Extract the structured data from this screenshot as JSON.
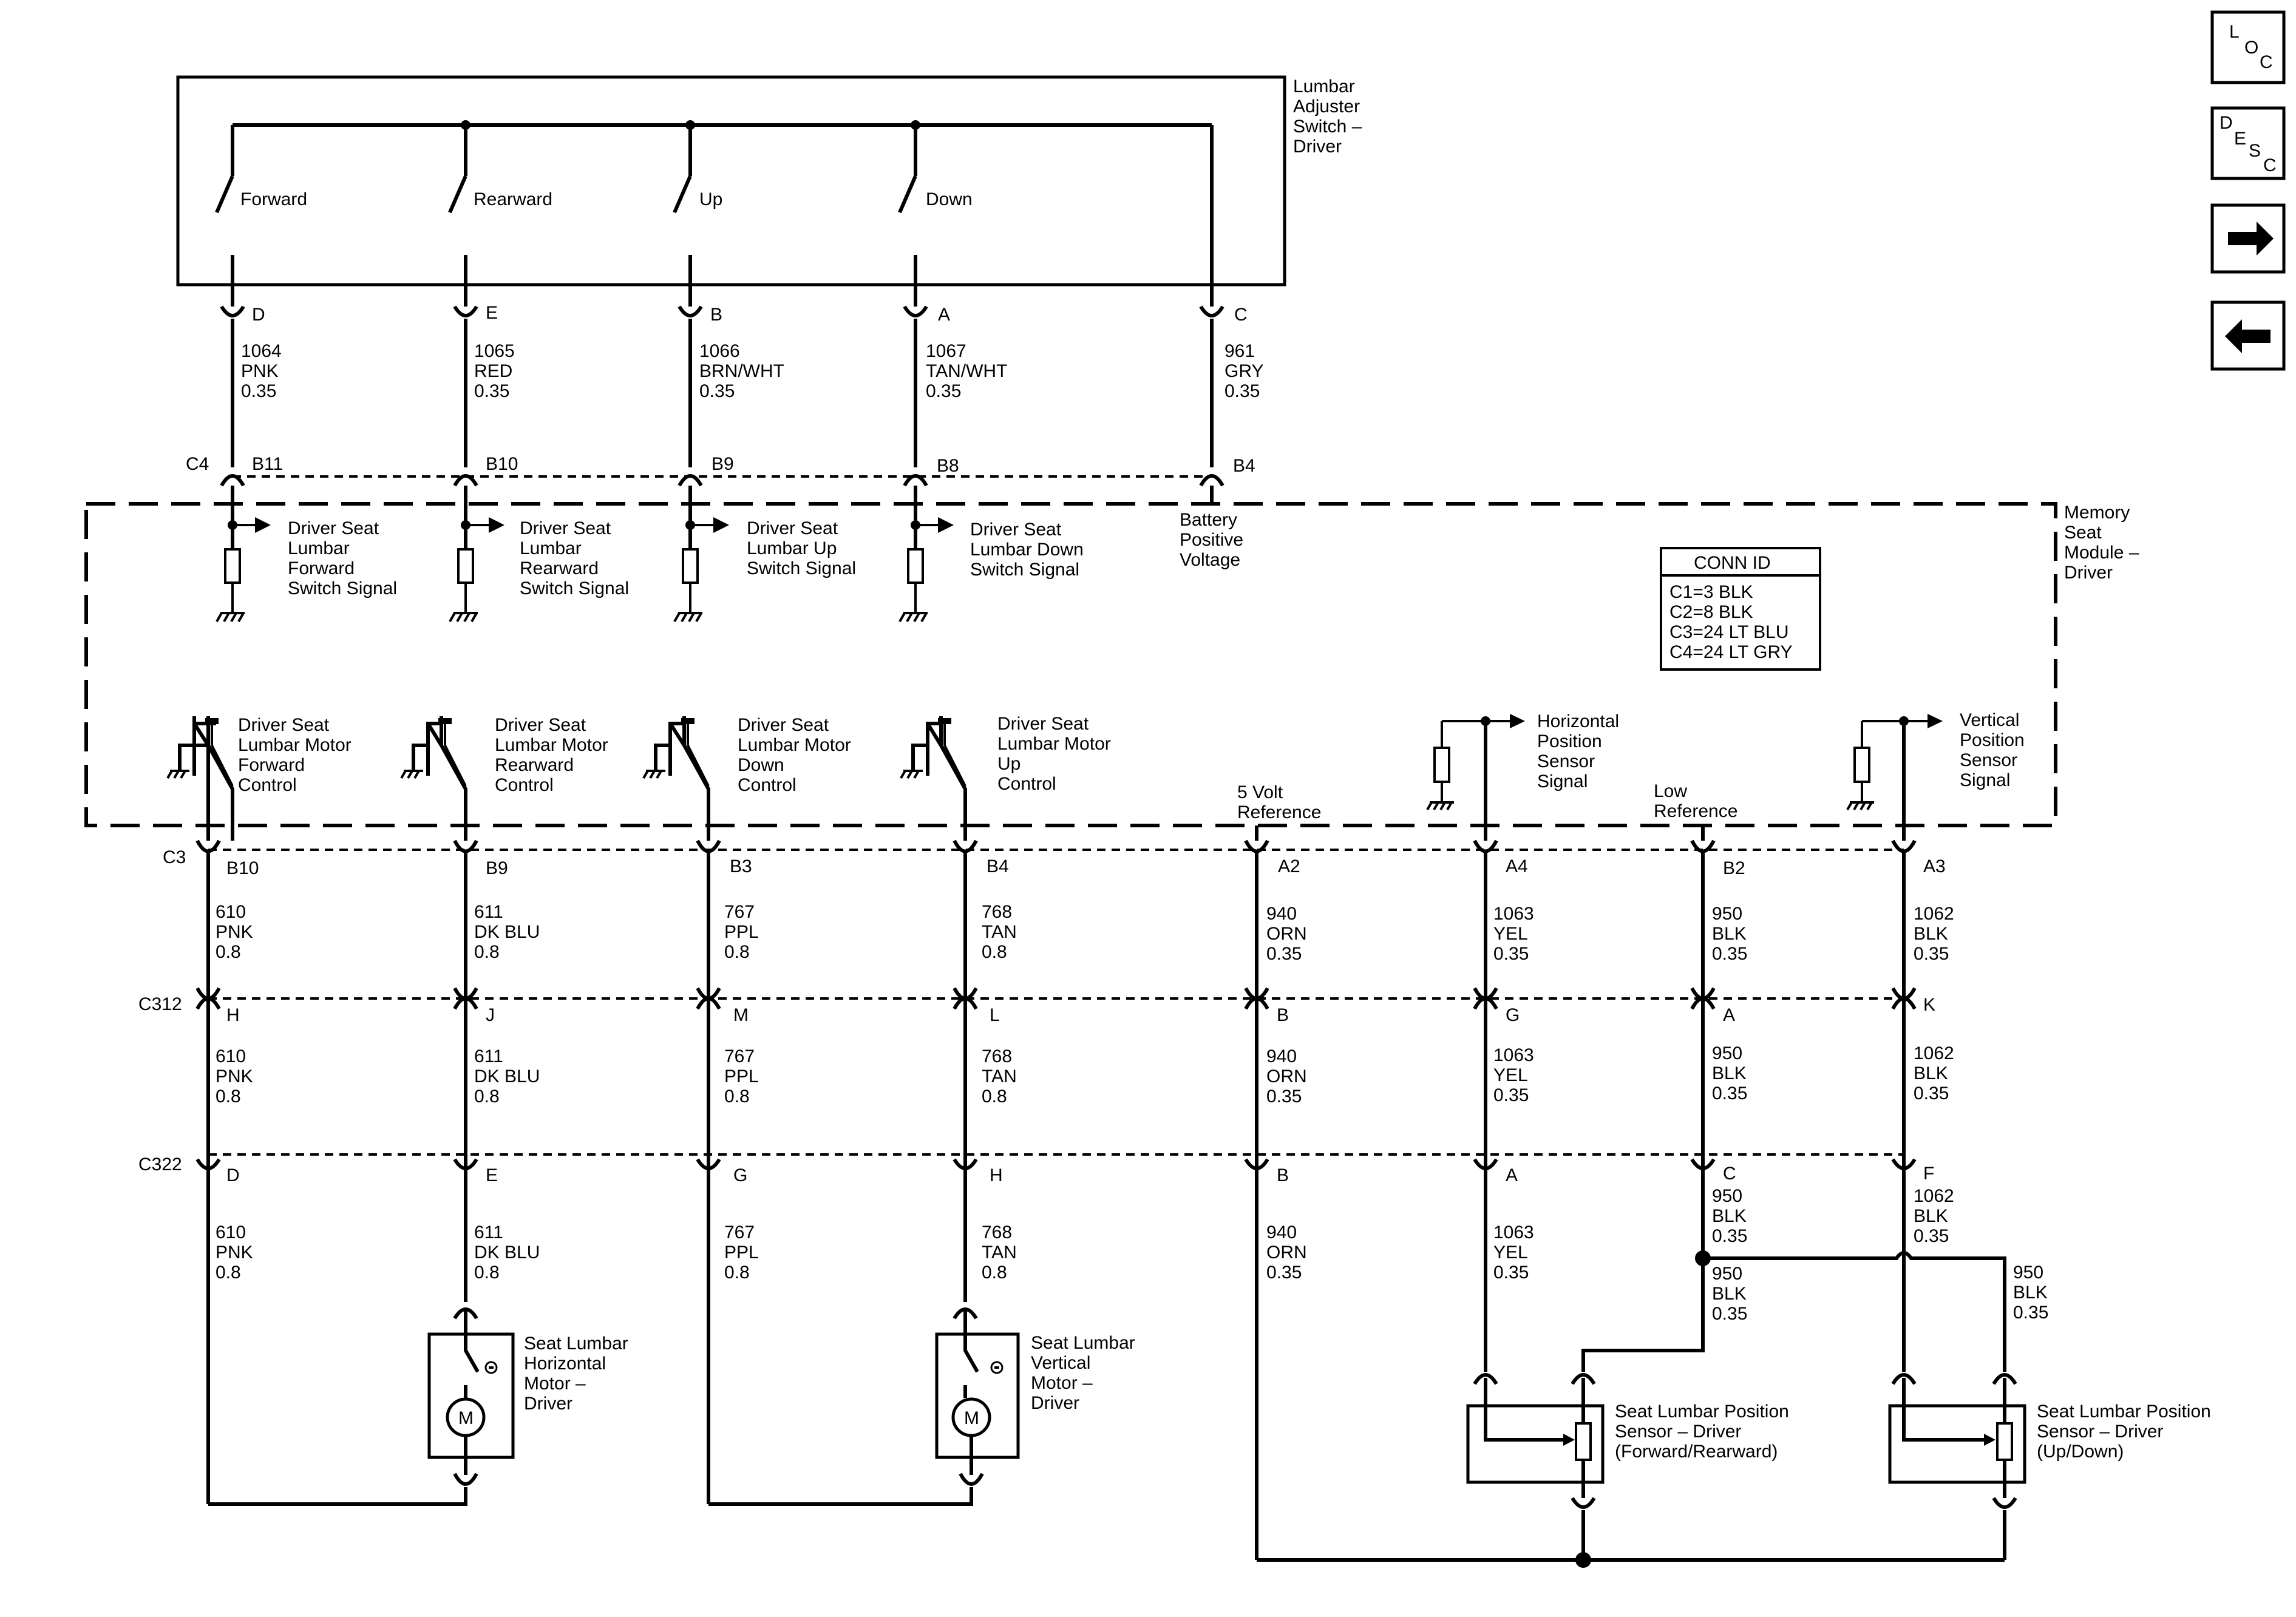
{
  "switch_box": {
    "title": [
      "Lumbar",
      "Adjuster",
      "Switch –",
      "Driver"
    ],
    "switches": [
      "Forward",
      "Rearward",
      "Up",
      "Down"
    ]
  },
  "upper_pins": [
    "D",
    "E",
    "B",
    "A",
    "C"
  ],
  "upper_wires": [
    [
      "1064",
      "PNK",
      "0.35"
    ],
    [
      "1065",
      "RED",
      "0.35"
    ],
    [
      "1066",
      "BRN/WHT",
      "0.35"
    ],
    [
      "1067",
      "TAN/WHT",
      "0.35"
    ],
    [
      "961",
      "GRY",
      "0.35"
    ]
  ],
  "c4": {
    "label": "C4",
    "pins": [
      "B11",
      "B10",
      "B9",
      "B8",
      "B4"
    ]
  },
  "module": {
    "title": [
      "Memory",
      "Seat",
      "Module –",
      "Driver"
    ],
    "switch_signals": [
      [
        "Driver Seat",
        "Lumbar",
        "Forward",
        "Switch Signal"
      ],
      [
        "Driver Seat",
        "Lumbar",
        "Rearward",
        "Switch Signal"
      ],
      [
        "Driver Seat",
        "Lumbar Up",
        "Switch Signal"
      ],
      [
        "Driver Seat",
        "Lumbar Down",
        "Switch Signal"
      ]
    ],
    "battery": [
      "Battery",
      "Positive",
      "Voltage"
    ],
    "conn_id": {
      "title": "CONN ID",
      "rows": [
        "C1=3 BLK",
        "C2=8 BLK",
        "C3=24 LT BLU",
        "C4=24 LT GRY"
      ]
    },
    "motor_controls": [
      [
        "Driver Seat",
        "Lumbar Motor",
        "Forward",
        "Control"
      ],
      [
        "Driver Seat",
        "Lumbar Motor",
        "Rearward",
        "Control"
      ],
      [
        "Driver Seat",
        "Lumbar Motor",
        "Down",
        "Control"
      ],
      [
        "Driver Seat",
        "Lumbar Motor",
        "Up",
        "Control"
      ]
    ],
    "five_volt": [
      "5 Volt",
      "Reference"
    ],
    "horizontal_signal": [
      "Horizontal",
      "Position",
      "Sensor",
      "Signal"
    ],
    "low_ref": [
      "Low",
      "Reference"
    ],
    "vertical_signal": [
      "Vertical",
      "Position",
      "Sensor",
      "Signal"
    ]
  },
  "c3": {
    "label": "C3",
    "pins": [
      "B10",
      "B9",
      "B3",
      "B4",
      "A2",
      "A4",
      "B2",
      "A3"
    ]
  },
  "lower_wires": [
    [
      "610",
      "PNK",
      "0.8"
    ],
    [
      "611",
      "DK BLU",
      "0.8"
    ],
    [
      "767",
      "PPL",
      "0.8"
    ],
    [
      "768",
      "TAN",
      "0.8"
    ],
    [
      "940",
      "ORN",
      "0.35"
    ],
    [
      "1063",
      "YEL",
      "0.35"
    ],
    [
      "950",
      "BLK",
      "0.35"
    ],
    [
      "1062",
      "BLK",
      "0.35"
    ]
  ],
  "c312": {
    "label": "C312",
    "pins": [
      "H",
      "J",
      "M",
      "L",
      "B",
      "G",
      "A",
      "K"
    ]
  },
  "c322": {
    "label": "C322",
    "pins": [
      "D",
      "E",
      "G",
      "H",
      "B",
      "A",
      "C",
      "F"
    ]
  },
  "extra_950": [
    "950",
    "BLK",
    "0.35"
  ],
  "motor_glyph": "M",
  "motors": [
    [
      "Seat Lumbar",
      "Horizontal",
      "Motor –",
      "Driver"
    ],
    [
      "Seat Lumbar",
      "Vertical",
      "Motor –",
      "Driver"
    ]
  ],
  "sensors": [
    [
      "Seat Lumbar Position",
      "Sensor – Driver",
      "(Forward/Rearward)"
    ],
    [
      "Seat Lumbar Position",
      "Sensor – Driver",
      "(Up/Down)"
    ]
  ],
  "nav": {
    "loc": [
      "L",
      "O",
      "C"
    ],
    "desc": [
      "D",
      "E",
      "S",
      "C"
    ],
    "next_icon": "right-arrow-icon",
    "prev_icon": "left-arrow-icon"
  }
}
